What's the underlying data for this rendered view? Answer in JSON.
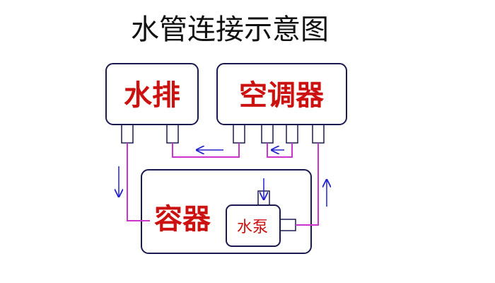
{
  "title": "水管连接示意图",
  "components": {
    "radiator": "水排",
    "air_conditioner": "空调器",
    "container": "容器",
    "pump": "水泵"
  },
  "colors": {
    "box_border": "#1a1a50",
    "label_red": "#cc1111",
    "pipe": "#cc33cc",
    "flow_arrow": "#2222cc",
    "title_text": "#111111"
  }
}
